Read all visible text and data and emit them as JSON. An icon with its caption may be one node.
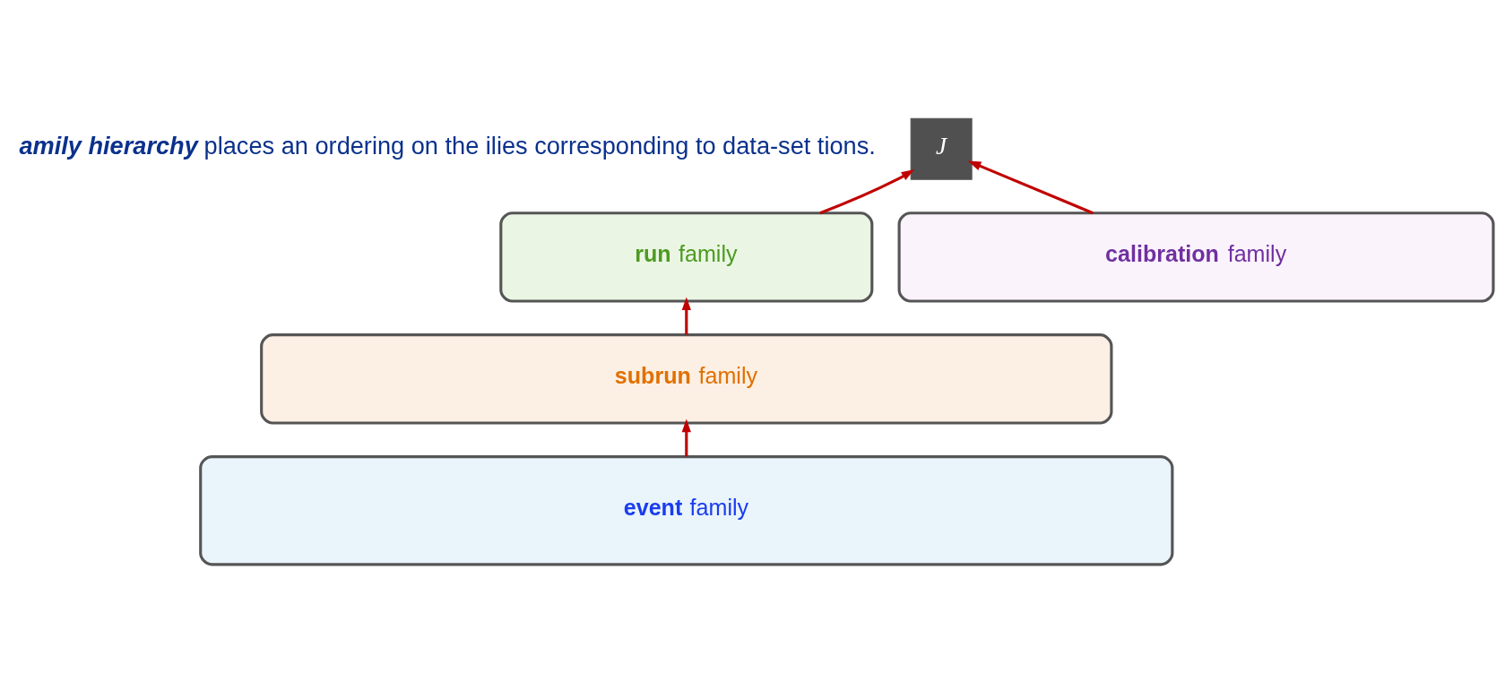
{
  "diagram": {
    "nodes": [
      {
        "text": [
          "J"
        ]
      },
      {
        "text": [
          "**run** family"
        ]
      },
      {
        "text": [
          "**calibration** family"
        ]
      },
      {
        "text": [
          "**subrun** family"
        ]
      },
      {
        "text": [
          "**event** family"
        ]
      }
    ],
    "edges": [
      {
        "from": 1,
        "to": 0,
        "arrow": "to"
      },
      {
        "from": 2,
        "to": 0,
        "arrow": "to"
      },
      {
        "from": 3,
        "to": 1,
        "arrow": "to"
      },
      {
        "from": 4,
        "to": 3,
        "arrow": "to"
      }
    ],
    "labels": [
      "**amily hierarchy** places an ordering on the ilies corresponding to data-set tions."
    ]
  }
}
